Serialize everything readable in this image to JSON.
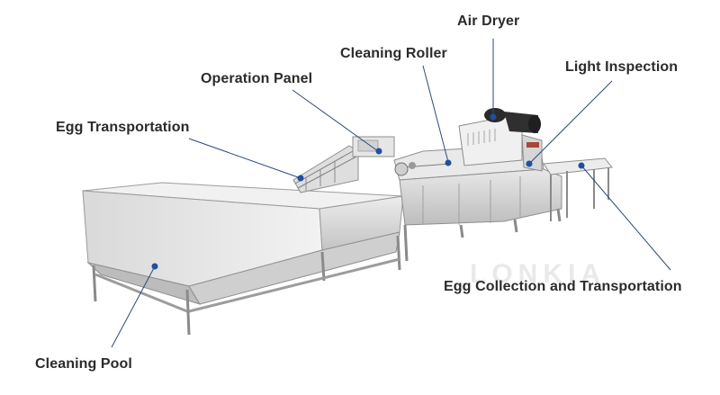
{
  "labels": {
    "air_dryer": "Air Dryer",
    "cleaning_roller": "Cleaning Roller",
    "operation_panel": "Operation Panel",
    "light_inspection": "Light Inspection",
    "egg_transportation": "Egg Transportation",
    "egg_collection": "Egg Collection and Transportation",
    "cleaning_pool": "Cleaning Pool"
  },
  "watermark": "LONKIA",
  "colors": {
    "leader_line": "#2e4a78",
    "dot": "#1f4fa0",
    "label_text": "#2b2b2b",
    "steel_light": "#e4e4e4",
    "steel_mid": "#c8c8c8",
    "steel_dark": "#9a9a9a",
    "motor": "#2a2a2a"
  }
}
